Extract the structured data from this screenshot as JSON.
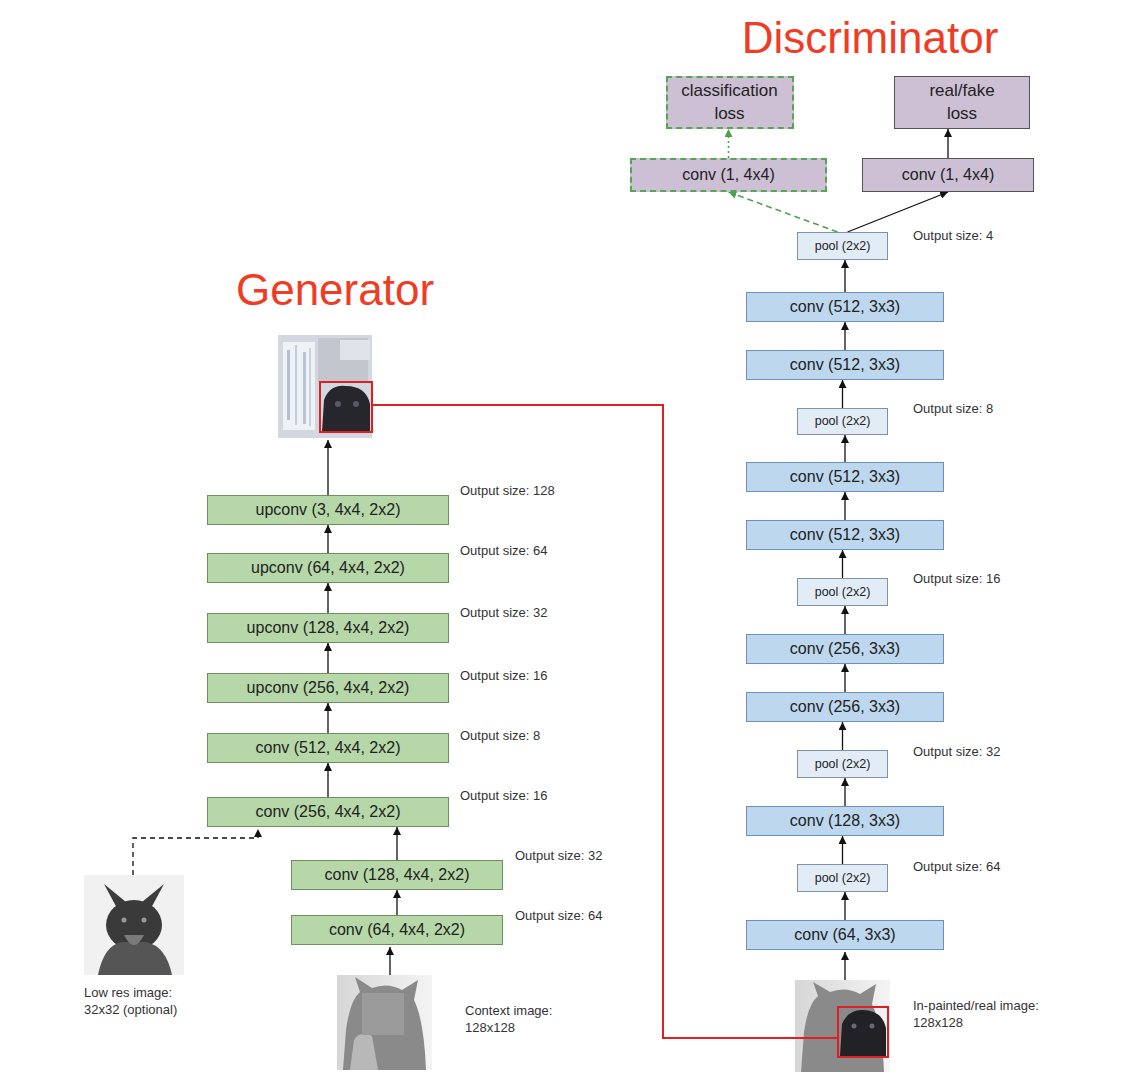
{
  "diagram": {
    "nodes": [
      {
        "text": [
          "classification loss"
        ]
      },
      {
        "text": [
          "real/fake loss"
        ]
      },
      {
        "text": [
          "conv (1, 4x4)"
        ]
      },
      {
        "text": [
          "conv (1, 4x4)"
        ]
      },
      {
        "text": [
          "pool (2x2)"
        ]
      },
      {
        "text": [
          "conv (512, 3x3)"
        ]
      },
      {
        "text": [
          "conv (512, 3x3)"
        ]
      },
      {
        "text": [
          "pool (2x2)"
        ]
      },
      {
        "text": [
          "conv (512, 3x3)"
        ]
      },
      {
        "text": [
          "conv (512, 3x3)"
        ]
      },
      {
        "text": [
          "pool (2x2)"
        ]
      },
      {
        "text": [
          "conv (256, 3x3)"
        ]
      },
      {
        "text": [
          "conv (256, 3x3)"
        ]
      },
      {
        "text": [
          "pool (2x2)"
        ]
      },
      {
        "text": [
          "conv (128, 3x3)"
        ]
      },
      {
        "text": [
          "pool (2x2)"
        ]
      },
      {
        "text": [
          "conv (64, 3x3)"
        ]
      },
      {
        "text": [
          "upconv (3, 4x4, 2x2)"
        ]
      },
      {
        "text": [
          "upconv (64, 4x4, 2x2)"
        ]
      },
      {
        "text": [
          "upconv (128, 4x4, 2x2)"
        ]
      },
      {
        "text": [
          "upconv (256, 4x4, 2x2)"
        ]
      },
      {
        "text": [
          "conv (512, 4x4, 2x2)"
        ]
      },
      {
        "text": [
          "conv (256, 4x4, 2x2)"
        ]
      },
      {
        "text": [
          "conv (128, 4x4, 2x2)"
        ]
      },
      {
        "text": [
          "conv (64, 4x4, 2x2)"
        ]
      }
    ],
    "edges": [
      {
        "from": 16,
        "to": 15,
        "arrow": "to"
      },
      {
        "from": 15,
        "to": 14,
        "arrow": "to"
      },
      {
        "from": 14,
        "to": 13,
        "arrow": "to"
      },
      {
        "from": 13,
        "to": 12,
        "arrow": "to"
      },
      {
        "from": 12,
        "to": 11,
        "arrow": "to"
      },
      {
        "from": 11,
        "to": 10,
        "arrow": "to"
      },
      {
        "from": 10,
        "to": 9,
        "arrow": "to"
      },
      {
        "from": 9,
        "to": 8,
        "arrow": "to"
      },
      {
        "from": 8,
        "to": 7,
        "arrow": "to"
      },
      {
        "from": 7,
        "to": 6,
        "arrow": "to"
      },
      {
        "from": 6,
        "to": 5,
        "arrow": "to"
      },
      {
        "from": 5,
        "to": 4,
        "arrow": "to"
      },
      {
        "from": 4,
        "to": 3,
        "arrow": "to"
      },
      {
        "from": 4,
        "to": 2,
        "arrow": "to"
      },
      {
        "from": 3,
        "to": 1,
        "arrow": "to"
      },
      {
        "from": 2,
        "to": 0,
        "arrow": "to"
      },
      {
        "from": 24,
        "to": 23,
        "arrow": "to"
      },
      {
        "from": 23,
        "to": 22,
        "arrow": "to"
      },
      {
        "from": 22,
        "to": 21,
        "arrow": "to"
      },
      {
        "from": 21,
        "to": 20,
        "arrow": "to"
      },
      {
        "from": 20,
        "to": 19,
        "arrow": "to"
      },
      {
        "from": 19,
        "to": 18,
        "arrow": "to"
      },
      {
        "from": 18,
        "to": 17,
        "arrow": "to"
      }
    ],
    "labels": [
      "Discriminator",
      "Generator",
      "Output size: 4",
      "Output size: 8",
      "Output size: 16",
      "Output size: 32",
      "Output size: 64",
      "Output size: 128",
      "Output size: 64",
      "Output size: 32",
      "Output size: 16",
      "Output size: 8",
      "Output size: 16",
      "Output size: 32",
      "Output size: 64",
      "In-painted/real image: 128x128",
      "Context image: 128x128",
      "Low res image: 32x32 (optional)"
    ]
  }
}
